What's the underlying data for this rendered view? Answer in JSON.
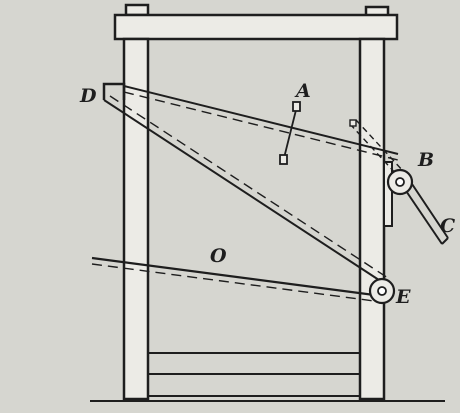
{
  "labels": {
    "a": "A",
    "b": "B",
    "c": "C",
    "d": "D",
    "e": "E",
    "o": "O"
  },
  "colors": {
    "background": "#d6d6d0",
    "ink": "#1e1e1e",
    "fill": "#ecebe6"
  }
}
